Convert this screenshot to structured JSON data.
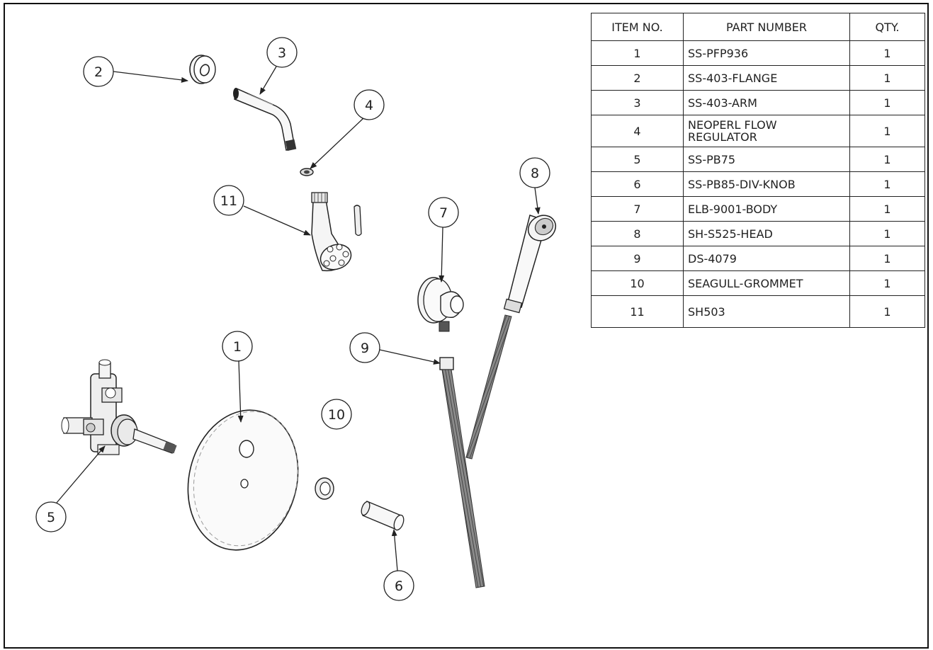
{
  "bom": {
    "headers": [
      "ITEM NO.",
      "PART NUMBER",
      "QTY."
    ],
    "rows": [
      {
        "item": "1",
        "part": "SS-PFP936",
        "qty": "1"
      },
      {
        "item": "2",
        "part": "SS-403-FLANGE",
        "qty": "1"
      },
      {
        "item": "3",
        "part": "SS-403-ARM",
        "qty": "1"
      },
      {
        "item": "4",
        "part": "NEOPERL FLOW REGULATOR",
        "qty": "1"
      },
      {
        "item": "5",
        "part": "SS-PB75",
        "qty": "1"
      },
      {
        "item": "6",
        "part": "SS-PB85-DIV-KNOB",
        "qty": "1"
      },
      {
        "item": "7",
        "part": "ELB-9001-BODY",
        "qty": "1"
      },
      {
        "item": "8",
        "part": "SH-S525-HEAD",
        "qty": "1"
      },
      {
        "item": "9",
        "part": "DS-4079",
        "qty": "1"
      },
      {
        "item": "10",
        "part": "SEAGULL-GROMMET",
        "qty": "1"
      },
      {
        "item": "11",
        "part": "SH503",
        "qty": "1"
      }
    ]
  },
  "balloons": {
    "b1": "1",
    "b2": "2",
    "b3": "3",
    "b4": "4",
    "b5": "5",
    "b6": "6",
    "b7": "7",
    "b8": "8",
    "b9": "9",
    "b10": "10",
    "b11": "11"
  },
  "colors": {
    "line": "#222222",
    "background": "#ffffff"
  }
}
